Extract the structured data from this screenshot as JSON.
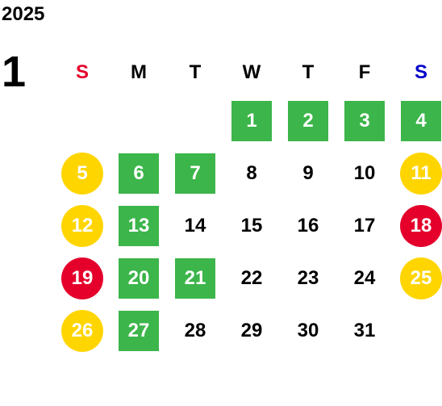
{
  "year": "2025",
  "month": "1",
  "weekdays": [
    {
      "label": "S",
      "color": "#e4002b"
    },
    {
      "label": "M",
      "color": "#000000"
    },
    {
      "label": "T",
      "color": "#000000"
    },
    {
      "label": "W",
      "color": "#000000"
    },
    {
      "label": "T",
      "color": "#000000"
    },
    {
      "label": "F",
      "color": "#000000"
    },
    {
      "label": "S",
      "color": "#0000cc"
    }
  ],
  "days": [
    {
      "day": "1",
      "col": 3,
      "row": 0,
      "style": "green"
    },
    {
      "day": "2",
      "col": 4,
      "row": 0,
      "style": "green"
    },
    {
      "day": "3",
      "col": 5,
      "row": 0,
      "style": "green"
    },
    {
      "day": "4",
      "col": 6,
      "row": 0,
      "style": "green"
    },
    {
      "day": "5",
      "col": 0,
      "row": 1,
      "style": "yellow"
    },
    {
      "day": "6",
      "col": 1,
      "row": 1,
      "style": "green"
    },
    {
      "day": "7",
      "col": 2,
      "row": 1,
      "style": "green"
    },
    {
      "day": "8",
      "col": 3,
      "row": 1,
      "style": "plain"
    },
    {
      "day": "9",
      "col": 4,
      "row": 1,
      "style": "plain"
    },
    {
      "day": "10",
      "col": 5,
      "row": 1,
      "style": "plain"
    },
    {
      "day": "11",
      "col": 6,
      "row": 1,
      "style": "yellow"
    },
    {
      "day": "12",
      "col": 0,
      "row": 2,
      "style": "yellow"
    },
    {
      "day": "13",
      "col": 1,
      "row": 2,
      "style": "green"
    },
    {
      "day": "14",
      "col": 2,
      "row": 2,
      "style": "plain"
    },
    {
      "day": "15",
      "col": 3,
      "row": 2,
      "style": "plain"
    },
    {
      "day": "16",
      "col": 4,
      "row": 2,
      "style": "plain"
    },
    {
      "day": "17",
      "col": 5,
      "row": 2,
      "style": "plain"
    },
    {
      "day": "18",
      "col": 6,
      "row": 2,
      "style": "red"
    },
    {
      "day": "19",
      "col": 0,
      "row": 3,
      "style": "red"
    },
    {
      "day": "20",
      "col": 1,
      "row": 3,
      "style": "green"
    },
    {
      "day": "21",
      "col": 2,
      "row": 3,
      "style": "green"
    },
    {
      "day": "22",
      "col": 3,
      "row": 3,
      "style": "plain"
    },
    {
      "day": "23",
      "col": 4,
      "row": 3,
      "style": "plain"
    },
    {
      "day": "24",
      "col": 5,
      "row": 3,
      "style": "plain"
    },
    {
      "day": "25",
      "col": 6,
      "row": 3,
      "style": "yellow"
    },
    {
      "day": "26",
      "col": 0,
      "row": 4,
      "style": "yellow"
    },
    {
      "day": "27",
      "col": 1,
      "row": 4,
      "style": "green"
    },
    {
      "day": "28",
      "col": 2,
      "row": 4,
      "style": "plain"
    },
    {
      "day": "29",
      "col": 3,
      "row": 4,
      "style": "plain"
    },
    {
      "day": "30",
      "col": 4,
      "row": 4,
      "style": "plain"
    },
    {
      "day": "31",
      "col": 5,
      "row": 4,
      "style": "plain"
    }
  ]
}
